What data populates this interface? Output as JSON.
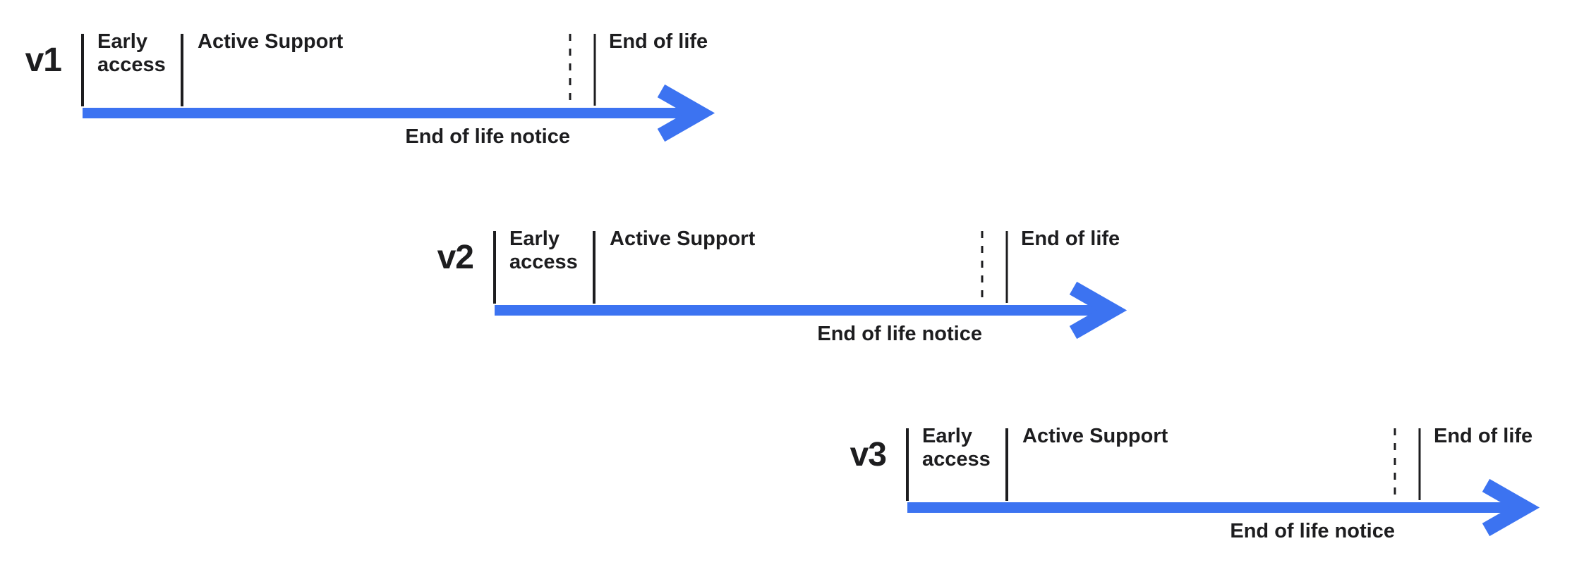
{
  "diagram": {
    "description": "Version lifecycle timelines",
    "colors": {
      "arrow_blue": "#3C73F1",
      "ink": "#1D1D1F",
      "background": "#FFFFFF"
    },
    "timelines": [
      {
        "version": "v1",
        "phases": {
          "early_access": "Early access",
          "active_support": "Active Support",
          "end_of_life_notice": "End of life notice",
          "end_of_life": "End of life"
        }
      },
      {
        "version": "v2",
        "phases": {
          "early_access": "Early access",
          "active_support": "Active Support",
          "end_of_life_notice": "End of life notice",
          "end_of_life": "End of life"
        }
      },
      {
        "version": "v3",
        "phases": {
          "early_access": "Early access",
          "active_support": "Active Support",
          "end_of_life_notice": "End of life notice",
          "end_of_life": "End of life"
        }
      }
    ]
  }
}
